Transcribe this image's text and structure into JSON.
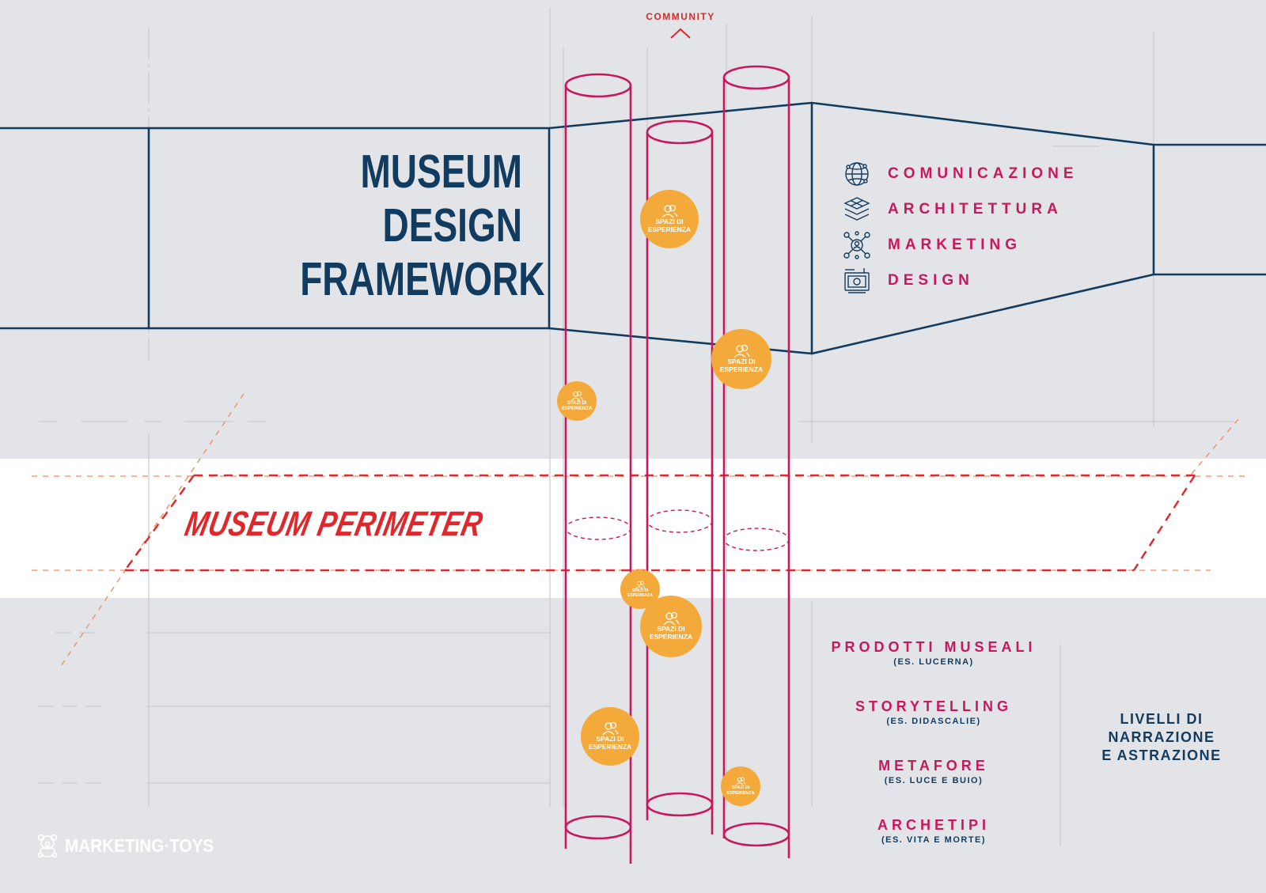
{
  "colors": {
    "background": "#e3e4e8",
    "navy": "#123c5f",
    "magenta": "#c8175d",
    "red": "#e1262c",
    "orange": "#f4a93b",
    "white": "#ffffff"
  },
  "header": {
    "community_label": "COMMUNITY",
    "title_lines": [
      "MUSEUM",
      "DESIGN",
      "FRAMEWORK"
    ]
  },
  "disciplines": [
    {
      "label": "COMUNICAZIONE",
      "icon": "globe-network-icon"
    },
    {
      "label": "ARCHITETTURA",
      "icon": "layers-grid-icon"
    },
    {
      "label": "MARKETING",
      "icon": "people-network-icon"
    },
    {
      "label": "DESIGN",
      "icon": "drafting-board-icon"
    }
  ],
  "perimeter": {
    "label": "MUSEUM PERIMETER"
  },
  "bubble_label": {
    "line1": "SPAZI DI",
    "line2": "ESPERIENZA",
    "icon": "people-icon"
  },
  "levels": [
    {
      "title": "PRODOTTI MUSEALI",
      "example": "(ES. LUCERNA)"
    },
    {
      "title": "STORYTELLING",
      "example": "(ES. DIDASCALIE)"
    },
    {
      "title": "METAFORE",
      "example": "(ES. LUCE E BUIO)"
    },
    {
      "title": "ARCHETIPI",
      "example": "(ES. VITA E MORTE)"
    }
  ],
  "levels_caption": [
    "LIVELLI DI",
    "NARRAZIONE",
    "E ASTRAZIONE"
  ],
  "logo": {
    "text": "MARKETING·TOYS",
    "icon": "teddy-bear-icon"
  }
}
